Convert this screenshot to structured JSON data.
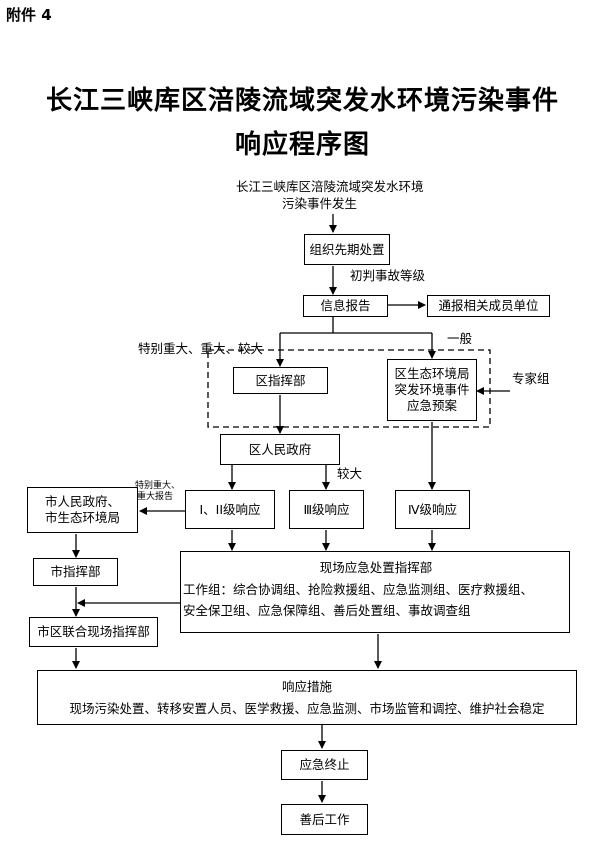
{
  "header": {
    "attachment_label": "附件 4",
    "title_line1": "长江三峡库区涪陵流域突发水环境污染事件",
    "title_line2": "响应程序图"
  },
  "flow": {
    "event_line1": "长江三峡库区涪陵流域突发水环境",
    "event_line2": "污染事件发生",
    "initial_disposal": "组织先期处置",
    "initial_grading": "初判事故等级",
    "info_report": "信息报告",
    "notify_members": "通报相关成员单位",
    "label_major": "特别重大、重大、较大",
    "label_general": "一般",
    "district_command": "区指挥部",
    "env_bureau_line1": "区生态环境局",
    "env_bureau_line2": "突发环境事件",
    "env_bureau_line3": "应急预案",
    "expert_group": "专家组",
    "district_gov": "区人民政府",
    "label_larger": "较大",
    "city_gov_line1": "市人民政府、",
    "city_gov_line2": "市生态环境局",
    "report_small_line1": "特别重大、",
    "report_small_line2": "重大报告",
    "response_1_2": "Ⅰ、ⅠⅠ级响应",
    "response_3": "Ⅲ级响应",
    "response_4": "Ⅳ级响应",
    "city_command": "市指挥部",
    "onsite_command": "现场应急处置指挥部",
    "work_groups_line1": "工作组：综合协调组、抢险救援组、应急监测组、医疗救援组、",
    "work_groups_line2": "安全保卫组、应急保障组、善后处置组、事故调查组",
    "joint_command": "市区联合现场指挥部",
    "response_measures": "响应措施",
    "measures_detail": "现场污染处置、转移安置人员、医学救援、应急监测、市场监管和调控、维护社会稳定",
    "emergency_end": "应急终止",
    "aftermath": "善后工作"
  }
}
